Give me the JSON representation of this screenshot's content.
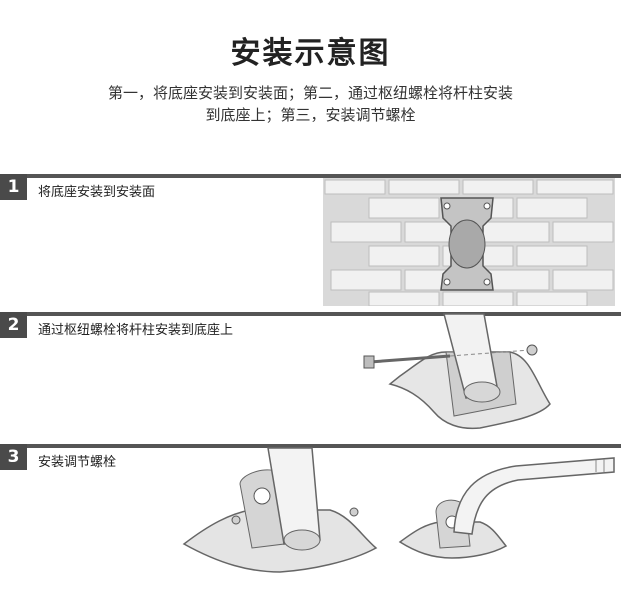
{
  "header": {
    "title": "安装示意图",
    "subtitle_line1": "第一，将底座安装到安装面；第二，通过枢纽螺栓将杆柱安装",
    "subtitle_line2": "到底座上；第三，安装调节螺栓"
  },
  "steps": [
    {
      "number": "1",
      "label": "将底座安装到安装面"
    },
    {
      "number": "2",
      "label": "通过枢纽螺栓将杆柱安装到底座上"
    },
    {
      "number": "3",
      "label": "安装调节螺栓"
    }
  ]
}
